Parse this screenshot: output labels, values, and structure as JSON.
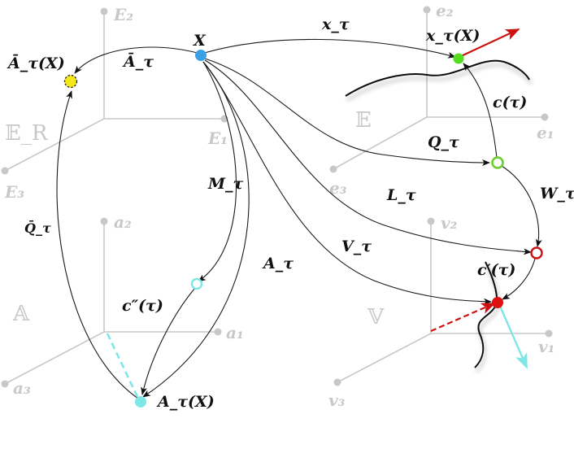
{
  "colors": {
    "axis": "#c8c8c8",
    "ink": "#111111",
    "blue_point": "#3ba0e6",
    "green_point": "#55dd22",
    "red_point": "#dd1111",
    "yellow_point": "#f4e81c",
    "cyan_point": "#7fe6e6",
    "cyan_ring": "#7fe6e6",
    "green_ring": "#6ccf2a",
    "red_ring": "#cc1111",
    "red_vector": "#cc1111",
    "cyan_vector": "#7fe6e6"
  },
  "spaces": {
    "material": {
      "name": "𝔼_R",
      "axes": [
        "E₂",
        "E₁",
        "E₃"
      ]
    },
    "spatial": {
      "name": "𝔼",
      "axes": [
        "e₂",
        "e₁",
        "e₃"
      ]
    },
    "algebra": {
      "name": "𝔸",
      "axes": [
        "a₂",
        "a₁",
        "a₃"
      ]
    },
    "vector": {
      "name": "𝕍",
      "axes": [
        "v₂",
        "v₁",
        "v₃"
      ]
    }
  },
  "points": {
    "X": "X",
    "x_tau": "x_τ(X)",
    "A_bar_tau": "Ā_τ(X)",
    "A_tau": "A_τ(X)"
  },
  "maps": {
    "x_tau": "x_τ",
    "A_bar_tau": "Ā_τ",
    "M_tau": "M_τ",
    "A_tau": "A_τ",
    "Q_tau": "Q_τ",
    "L_tau": "L_τ",
    "V_tau": "V_τ",
    "W_tau": "W_τ",
    "Q_bar_tau": "Q̄_τ"
  },
  "vectors": {
    "c_tau": "c(τ)",
    "c_prime_tau": "c′(τ)",
    "c_double_prime_tau": "c″(τ)"
  }
}
